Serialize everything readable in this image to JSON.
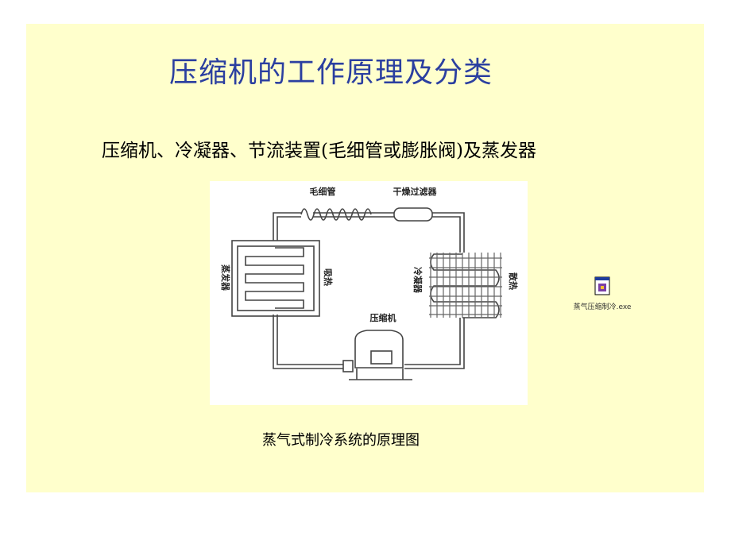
{
  "slide": {
    "title": "压缩机的工作原理及分类",
    "subtitle": "压缩机、冷凝器、节流装置(毛细管或膨胀阀)及蒸发器",
    "caption": "蒸气式制冷系统的原理图"
  },
  "diagram": {
    "capillary_label": "毛细管",
    "filter_drier_label": "干燥过滤器",
    "evaporator_label": "蒸发器",
    "heat_absorb_label": "吸热",
    "condenser_label": "冷凝器",
    "heat_release_label": "散热",
    "compressor_label": "压缩机"
  },
  "attachment": {
    "icon": "executable-file-icon",
    "filename": "蒸气压缩制冷.exe"
  }
}
